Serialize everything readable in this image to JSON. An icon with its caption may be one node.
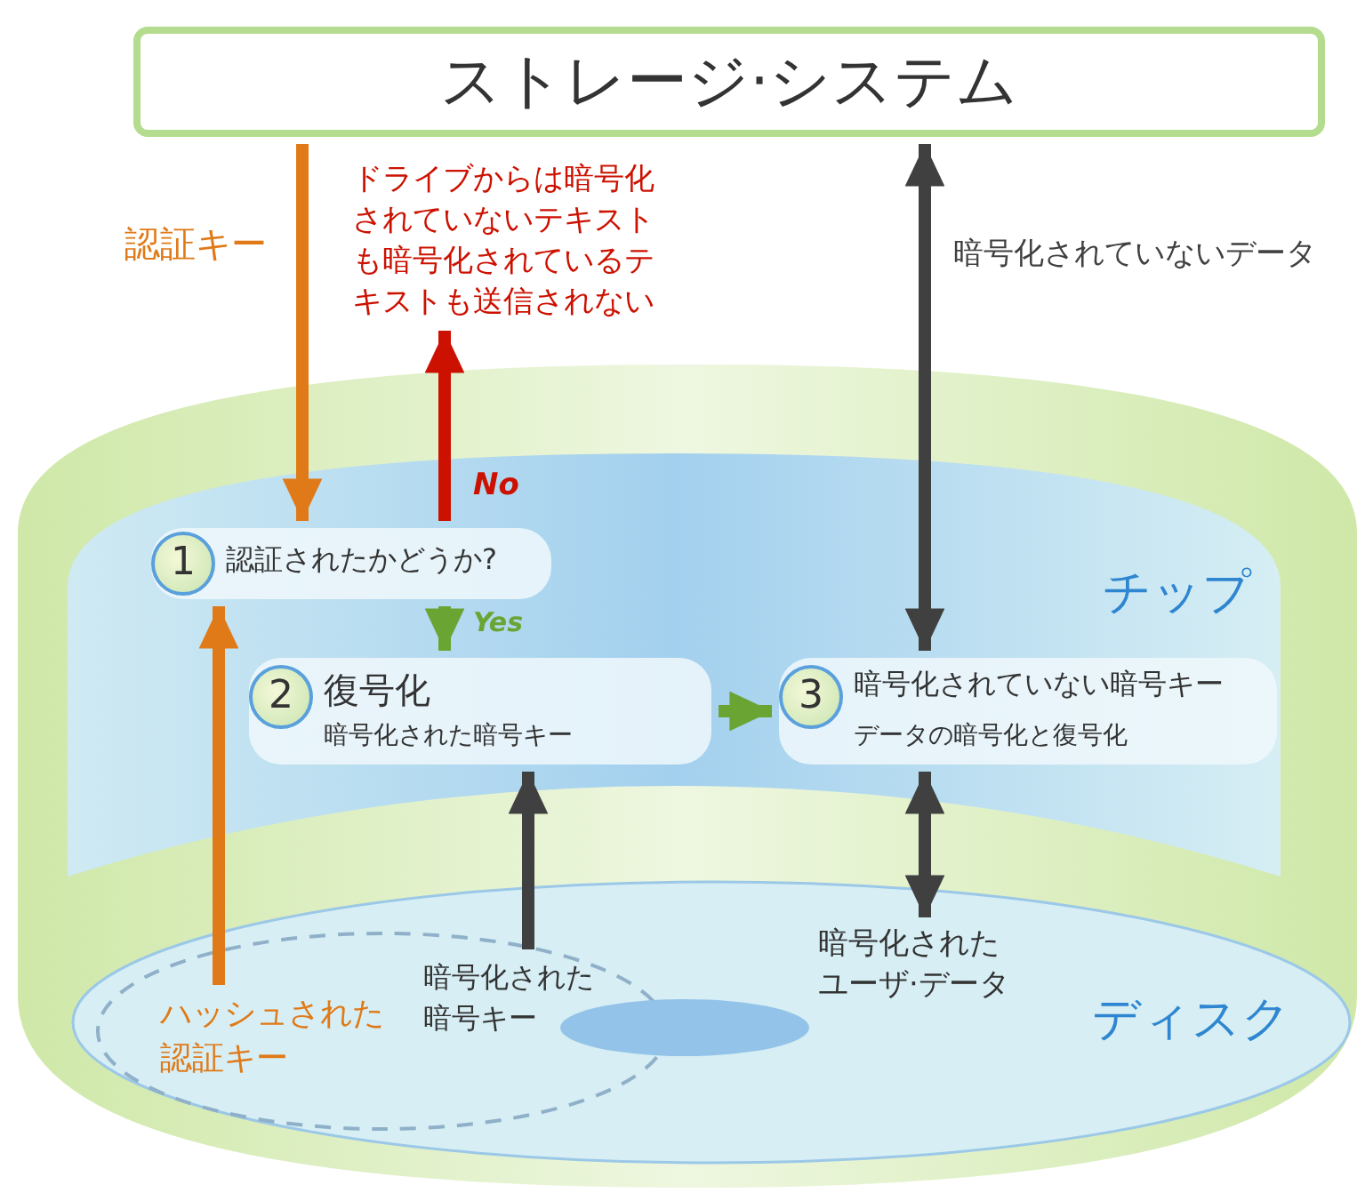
{
  "diagram": {
    "nodes": [
      {
        "text": [
          "ストレージ·システム"
        ]
      },
      {
        "text": [
          "ドライブからは暗号化されていないテキストも暗号化されているテキストも送信されない"
        ]
      },
      {
        "text": [
          "チップ"
        ]
      },
      {
        "text": [
          "1",
          "認証されたかどうか?"
        ],
        "in": 2
      },
      {
        "text": [
          "2",
          "復号化",
          "暗号化された暗号キー"
        ],
        "in": 2
      },
      {
        "text": [
          "3",
          "暗号化されていない暗号キー",
          "データの暗号化と復号化"
        ],
        "in": 2
      },
      {
        "text": [
          "ディスク"
        ]
      },
      {
        "text": [
          "ハッシュされた認証キー"
        ],
        "in": 6
      },
      {
        "text": [
          "暗号化された暗号キー"
        ],
        "in": 6
      },
      {
        "text": [
          "暗号化されたユーザ·データ"
        ],
        "in": 6
      }
    ],
    "edges": [
      {
        "from": 0,
        "to": 3,
        "arrow": "to",
        "label": "認証キー",
        "color": "#e07a18"
      },
      {
        "from": 3,
        "to": 1,
        "arrow": "to",
        "label": "No",
        "color": "#cc1100"
      },
      {
        "from": 3,
        "to": 4,
        "arrow": "to",
        "label": "Yes",
        "color": "#6aa534"
      },
      {
        "from": 4,
        "to": 5,
        "arrow": "to",
        "color": "#6aa534"
      },
      {
        "from": 0,
        "to": 5,
        "arrow": "both",
        "label": "暗号化されていないデータ"
      },
      {
        "from": 8,
        "to": 4,
        "arrow": "to"
      },
      {
        "from": 5,
        "to": 9,
        "arrow": "both"
      },
      {
        "from": 7,
        "to": 3,
        "arrow": "to",
        "color": "#e07a18"
      }
    ]
  }
}
